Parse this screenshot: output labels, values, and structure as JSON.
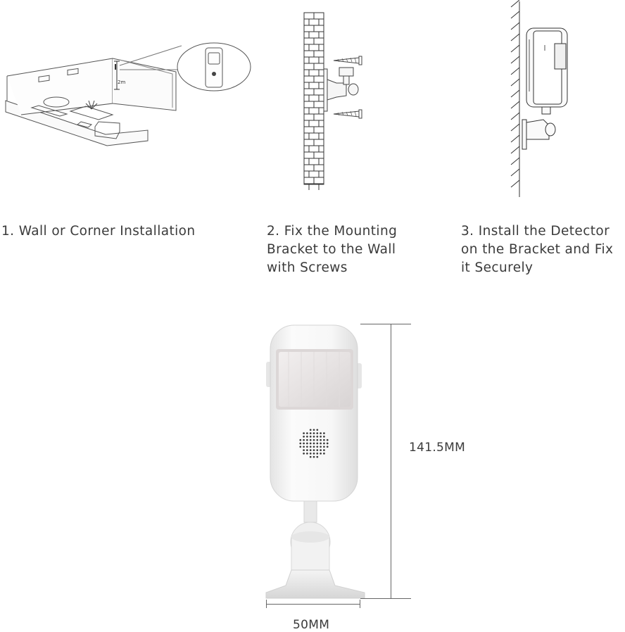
{
  "steps": [
    {
      "label": "1. Wall or Corner Installation",
      "room_height_label": "2m"
    },
    {
      "label": "2. Fix the Mounting\nBracket to the Wall\nwith Screws"
    },
    {
      "label": "3. Install the Detector\non the Bracket and Fix\nit Securely"
    }
  ],
  "dimensions": {
    "height": "141.5MM",
    "width": "50MM"
  }
}
